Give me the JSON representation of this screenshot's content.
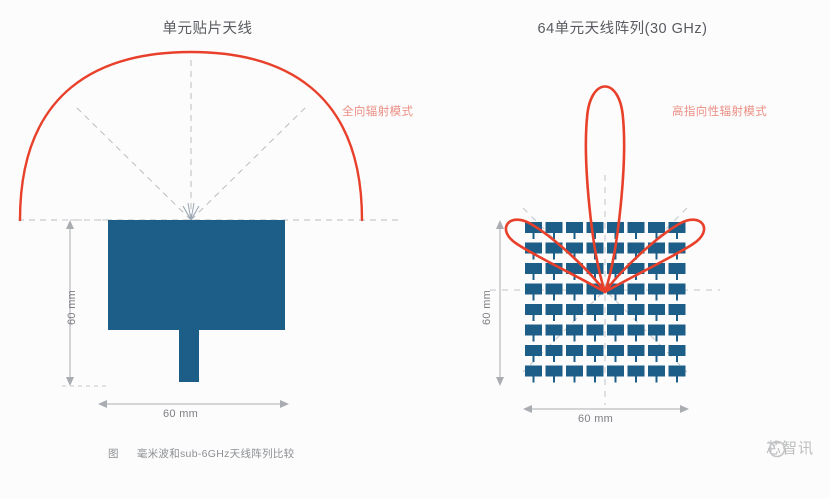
{
  "figure": {
    "background_color": "#fcfcfc",
    "caption_tag": "图",
    "caption_text": "毫米波和sub-6GHz天线阵列比较"
  },
  "colors": {
    "antenna_blue": "#1c5e87",
    "antenna_blue_dark": "#174f73",
    "pattern_red": "#e8402a",
    "pattern_label_red": "#eb8f85",
    "dashed_gray": "#b9bcc1",
    "title_gray": "#595b60",
    "dimension_gray": "#7d7f84"
  },
  "panels": [
    {
      "id": "single-patch",
      "title": "单元贴片天线",
      "pattern_label": "全向辐射模式",
      "pattern_shape": "omnidirectional-dome",
      "dimension_width": "60 mm",
      "dimension_height": "60 mm",
      "element_count": 1
    },
    {
      "id": "array-64",
      "title": "64单元天线阵列(30 GHz)",
      "pattern_label": "高指向性辐射模式",
      "pattern_shape": "high-gain-main-lobe-with-two-sidelobes",
      "dimension_width": "60 mm",
      "dimension_height": "60 mm",
      "element_count": 64,
      "array_rows": 8,
      "array_cols": 8,
      "frequency": "30 GHz"
    }
  ],
  "watermark": {
    "text": "芯智讯",
    "icon": "circle-logo-icon"
  }
}
